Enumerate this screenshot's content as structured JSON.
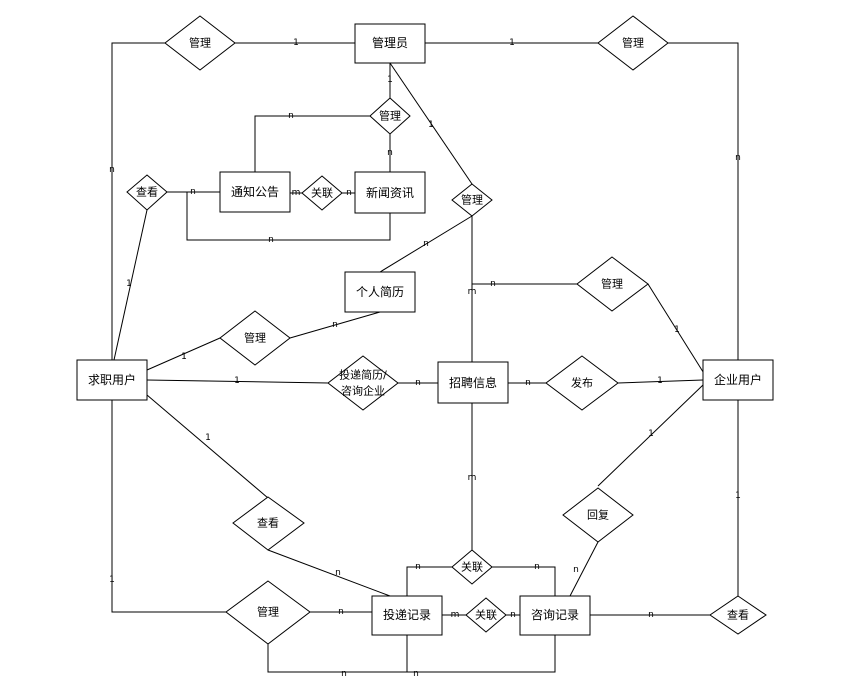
{
  "entities": {
    "admin": "管理员",
    "notice": "通知公告",
    "news": "新闻资讯",
    "resume": "个人简历",
    "jobseeker": "求职用户",
    "recruit": "招聘信息",
    "company": "企业用户",
    "delivery": "投递记录",
    "consult": "咨询记录"
  },
  "relationships": {
    "r_admin_seeker": "管理",
    "r_admin_company": "管理",
    "r_admin_news": "管理",
    "r_notice_news": "关联",
    "r_seeker_view": "查看",
    "r_admin_recruit": "管理",
    "r_company_recruit": "管理",
    "r_seeker_resume": "管理",
    "r_deliver_line1": "投递简历/",
    "r_deliver_line2": "咨询企业",
    "r_publish": "发布",
    "r_reply": "回复",
    "r_seeker_view_delivery": "查看",
    "r_recruit_delivery": "关联",
    "r_seeker_delivery": "管理",
    "r_delivery_consult": "关联",
    "r_company_view": "查看"
  },
  "cardinalities": {
    "c1": "1",
    "c2": "1",
    "c3": "n",
    "c4": "n",
    "c5": "1",
    "c6": "n",
    "c7": "n",
    "c8": "m",
    "c9": "n",
    "c10": "n",
    "c11": "n",
    "c12": "1",
    "c13": "1",
    "c14": "n",
    "c15": "m",
    "c16": "n",
    "c17": "1",
    "c18": "n",
    "c19": "1",
    "c20": "1",
    "c21": "n",
    "c22": "n",
    "c23": "1",
    "c24": "1",
    "c25": "1",
    "c26": "m",
    "c27": "n",
    "c28": "n",
    "c29": "n",
    "c30": "1",
    "c31": "n",
    "c32": "m",
    "c33": "n",
    "c34": "n",
    "c35": "1",
    "c36": "n",
    "c37": "n",
    "c38": "n",
    "c39": "n"
  }
}
